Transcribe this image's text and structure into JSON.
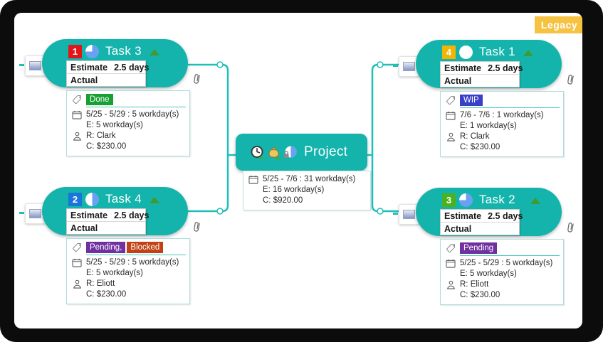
{
  "legacy_badge": "Legacy",
  "colors": {
    "node_teal": "#14b4ac",
    "connector": "#1fbfb7",
    "pie_blue": "#6ba1f2",
    "legacy_bg": "#f6c242",
    "tag_done": "#18a033",
    "tag_wip": "#3a3fc9",
    "tag_pending": "#7030a0",
    "tag_blocked": "#c14214"
  },
  "icons": {
    "attachment": "paperclip-icon",
    "collapse": "green-up-triangle",
    "tag": "tag-outline-icon",
    "calendar": "calendar-outline-icon",
    "person": "person-outline-icon",
    "boundary": "image-slide-marker-icon",
    "project_rollup": [
      "clock-rollup-icon",
      "moneybag-rollup-icon",
      "progress-lock-pie-icon"
    ]
  },
  "project": {
    "title": "Project",
    "dates": "5/25 - 7/6 : 31 workday(s)",
    "effort": "E: 16 workday(s)",
    "cost": "C: $920.00"
  },
  "tasks": [
    {
      "title": "Task 3",
      "order": "1",
      "order_color": "#e2151a",
      "progress_percent": 75,
      "estimate_label": "Estimate",
      "estimate_value": "2.5 days",
      "actual_label": "Actual",
      "actual_value": "",
      "tags": [
        {
          "label": "Done",
          "color": "#18a033"
        }
      ],
      "dates": "5/25 - 5/29 : 5 workday(s)",
      "effort": "E: 5 workday(s)",
      "resource": "R: Clark",
      "cost": "C: $230.00"
    },
    {
      "title": "Task 1",
      "order": "4",
      "order_color": "#f1b502",
      "progress_percent": 0,
      "estimate_label": "Estimate",
      "estimate_value": "2.5 days",
      "actual_label": "Actual",
      "actual_value": "",
      "tags": [
        {
          "label": "WIP",
          "color": "#3a3fc9"
        }
      ],
      "dates": "7/6 - 7/6 : 1 workday(s)",
      "effort": "E: 1 workday(s)",
      "resource": "R: Clark",
      "cost": "C: $230.00"
    },
    {
      "title": "Task 4",
      "order": "2",
      "order_color": "#1b74d9",
      "progress_percent": 50,
      "estimate_label": "Estimate",
      "estimate_value": "2.5 days",
      "actual_label": "Actual",
      "actual_value": "",
      "tags": [
        {
          "label": "Pending,",
          "color": "#7030a0"
        },
        {
          "label": "Blocked",
          "color": "#c14214"
        }
      ],
      "dates": "5/25 - 5/29 : 5 workday(s)",
      "effort": "E: 5 workday(s)",
      "resource": "R: Eliott",
      "cost": "C: $230.00"
    },
    {
      "title": "Task 2",
      "order": "3",
      "order_color": "#4cb11e",
      "progress_percent": 75,
      "estimate_label": "Estimate",
      "estimate_value": "2.5 days",
      "actual_label": "Actual",
      "actual_value": "",
      "tags": [
        {
          "label": "Pending",
          "color": "#7030a0"
        }
      ],
      "dates": "5/25 - 5/29 : 5 workday(s)",
      "effort": "E: 5 workday(s)",
      "resource": "R: Eliott",
      "cost": "C: $230.00"
    }
  ]
}
